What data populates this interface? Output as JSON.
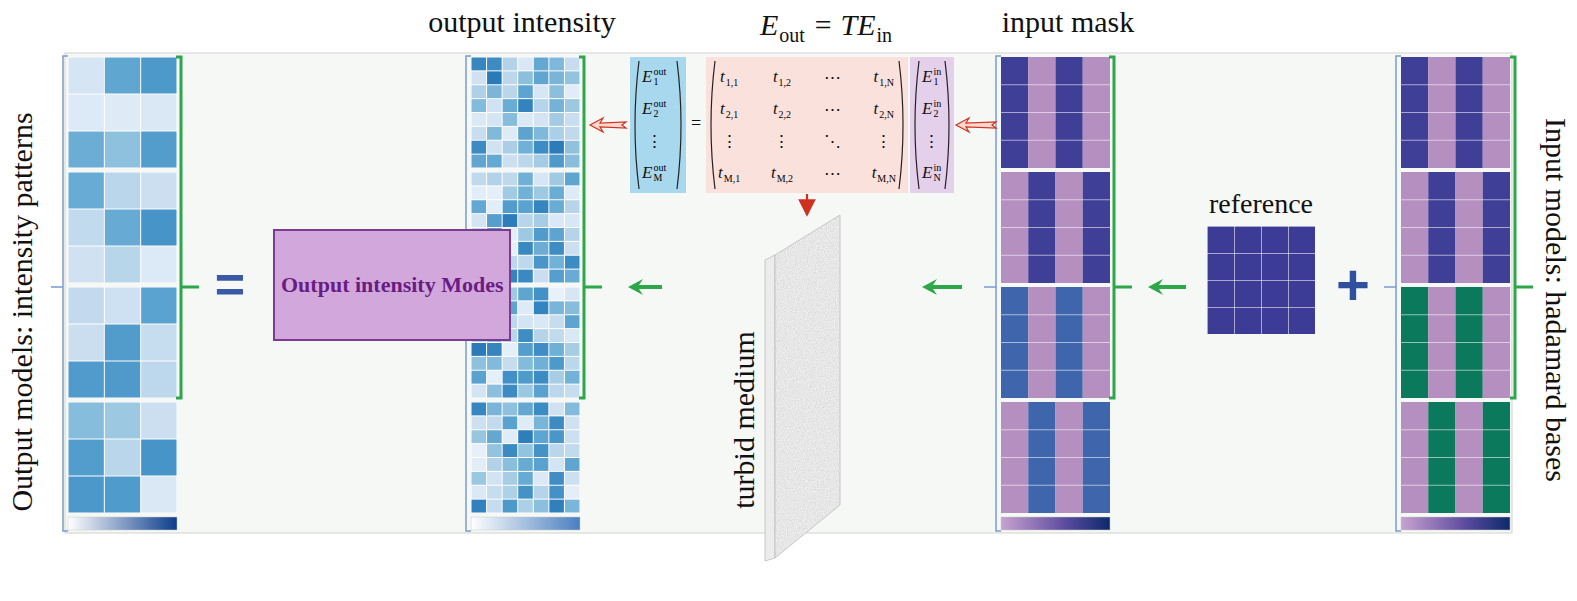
{
  "diagram": {
    "nodes": [
      {
        "text": [
          "Output intensity Modes"
        ]
      },
      {
        "text": [
          "E",
          "1",
          "out",
          "E",
          "2",
          "out",
          "⋮",
          "E",
          "M",
          "out"
        ]
      },
      {
        "text": [
          "t",
          "1,1",
          "t",
          "1,2",
          "⋯",
          "t",
          "1,N",
          "t",
          "2,1",
          "t",
          "2,2",
          "⋯",
          "t",
          "2,N",
          "⋮",
          "⋮",
          "⋱",
          "⋮",
          "t",
          "M,1",
          "t",
          "M,2",
          "⋯",
          "t",
          "M,N"
        ]
      },
      {
        "text": [
          "E",
          "1",
          "in",
          "E",
          "2",
          "in",
          "⋮",
          "E",
          "N",
          "in"
        ]
      },
      {
        "text": [
          "reference"
        ]
      },
      {
        "text": [
          "turbid medium"
        ]
      }
    ],
    "edges": [
      {
        "from": 2,
        "to": 5,
        "arrow": "to"
      }
    ],
    "labels": [
      "output intensity",
      "E",
      "out",
      "= TE",
      "in",
      "input mask",
      "Output models: intensity patterns",
      "Input models: hadamard bases",
      "=",
      "+",
      "="
    ]
  }
}
